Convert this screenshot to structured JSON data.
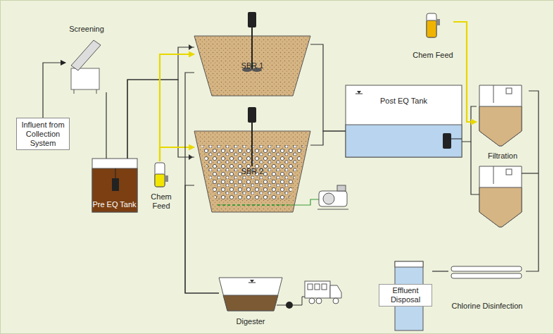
{
  "diagram": {
    "nodes": [
      {
        "text": [
          "Screening"
        ]
      },
      {
        "text": [
          "Influent from Collection System"
        ]
      },
      {
        "text": [
          "Pre EQ Tank"
        ]
      },
      {
        "text": [
          "Chem Feed"
        ]
      },
      {
        "text": [
          "SBR 1"
        ]
      },
      {
        "text": [
          "SBR 2"
        ]
      },
      {
        "text": [
          "Digester"
        ]
      },
      {
        "text": [
          "Chem Feed"
        ]
      },
      {
        "text": [
          "Post EQ Tank"
        ]
      },
      {
        "text": [
          "Filtration"
        ]
      },
      {
        "text": [
          "Chlorine Disinfection"
        ]
      },
      {
        "text": [
          "Effluent Disposal"
        ]
      }
    ],
    "edges": [
      {
        "from": 1,
        "to": 0,
        "arrow": "to"
      },
      {
        "from": 0,
        "to": 2,
        "arrow": "none"
      },
      {
        "from": 2,
        "to": 4,
        "arrow": "none"
      },
      {
        "from": 2,
        "to": 5,
        "arrow": "none"
      },
      {
        "from": 3,
        "to": 4,
        "arrow": "to"
      },
      {
        "from": 3,
        "to": 5,
        "arrow": "to"
      },
      {
        "from": 4,
        "to": 6,
        "arrow": "none"
      },
      {
        "from": 5,
        "to": 6,
        "arrow": "none"
      },
      {
        "from": 4,
        "to": 8,
        "arrow": "none"
      },
      {
        "from": 5,
        "to": 8,
        "arrow": "none"
      },
      {
        "from": 8,
        "to": 9,
        "arrow": "none"
      },
      {
        "from": 7,
        "to": 9,
        "arrow": "to"
      },
      {
        "from": 9,
        "to": 10,
        "arrow": "none"
      },
      {
        "from": 10,
        "to": 11,
        "arrow": "none"
      }
    ]
  }
}
